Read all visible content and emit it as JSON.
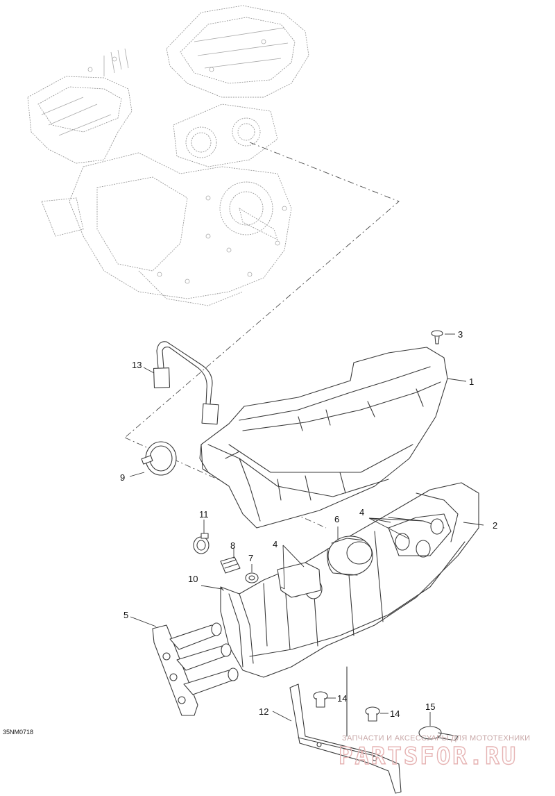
{
  "callouts": [
    "1",
    "2",
    "3",
    "4",
    "4",
    "5",
    "6",
    "7",
    "8",
    "9",
    "10",
    "11",
    "12",
    "13",
    "14",
    "14",
    "15"
  ],
  "figure_code": "35NM0718",
  "watermark": {
    "line1": "ЗАПЧАСТИ И АКСЕССУАРЫ ДЛЯ МОТОТЕХНИКИ",
    "line2": "PARTSFOR.RU"
  }
}
